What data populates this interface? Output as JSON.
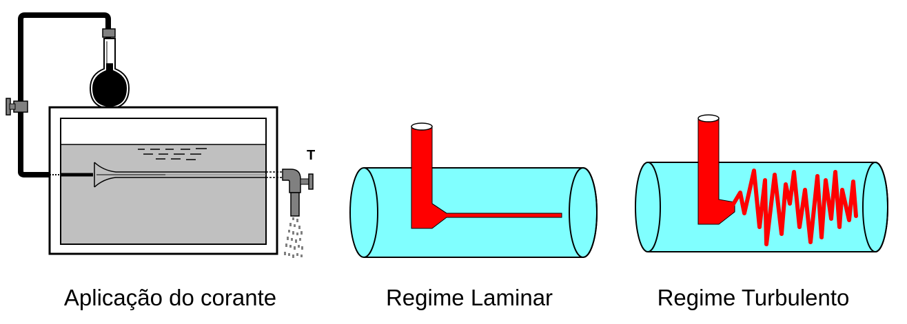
{
  "colors": {
    "background": "#ffffff",
    "tank_water": "#c0c0c0",
    "tube_fill": "#80ffff",
    "dye_red": "#ff0000",
    "dark": "#000000",
    "metal_gray": "#808080"
  },
  "panels": [
    {
      "name": "dye-application",
      "caption": "Aplicação do corante",
      "tap_label": "T"
    },
    {
      "name": "laminar-regime",
      "caption": "Regime Laminar"
    },
    {
      "name": "turbulent-regime",
      "caption": "Regime Turbulento"
    }
  ]
}
